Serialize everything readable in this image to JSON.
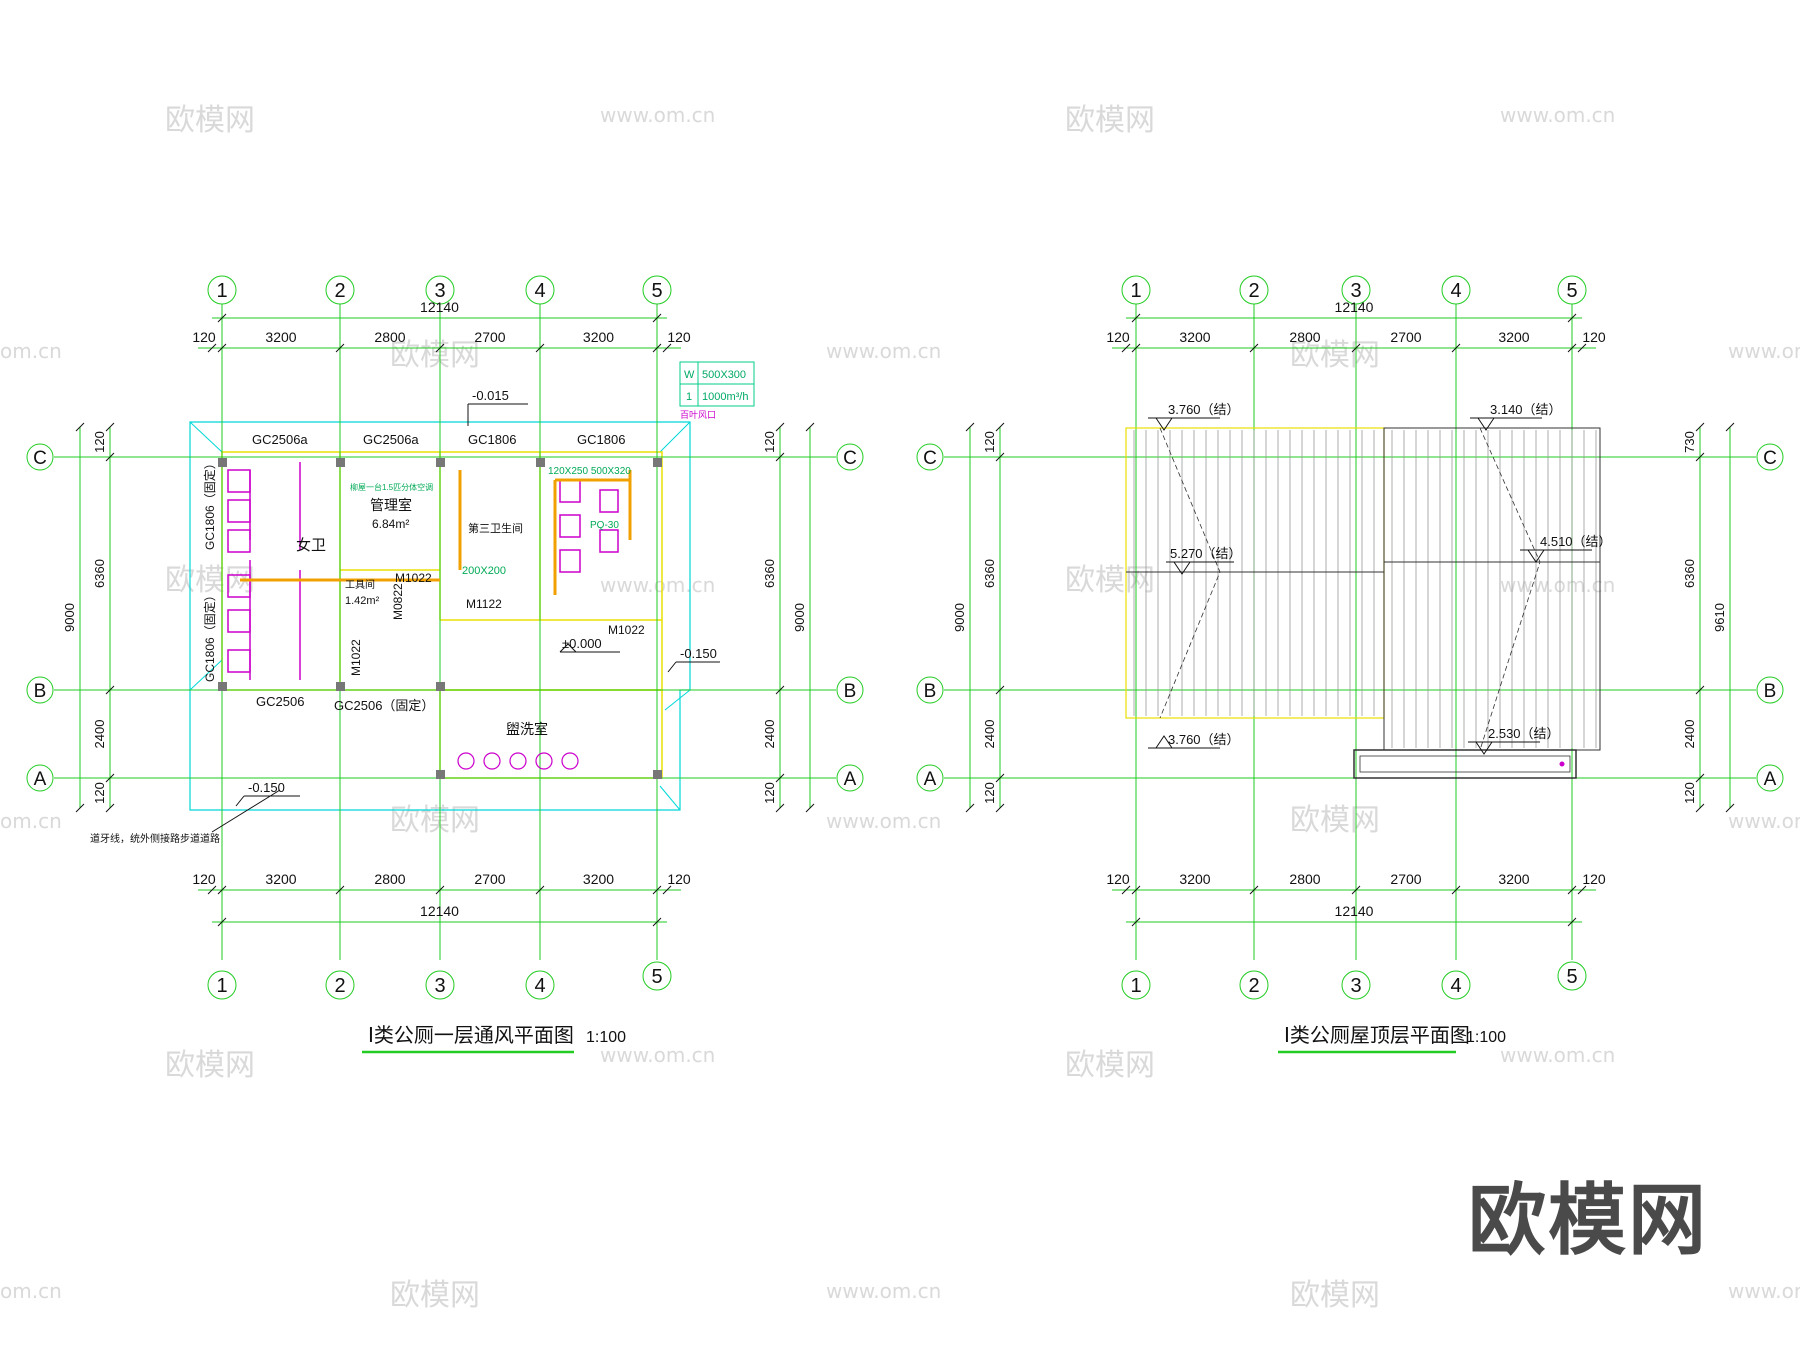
{
  "watermark": {
    "brand": "欧模网",
    "url": "www.om.cn",
    "url_short": "om.cn"
  },
  "plans": [
    {
      "id": "ventilation",
      "title": "Ⅰ类公厕一层通风平面图",
      "scale": "1:100",
      "axes_cols": [
        "1",
        "2",
        "3",
        "4",
        "5"
      ],
      "axes_rows": [
        "C",
        "B",
        "A"
      ],
      "overall_width": "12140",
      "col_dims": [
        "120",
        "3200",
        "2800",
        "2700",
        "3200",
        "120"
      ],
      "row_dims_left": [
        "120",
        "6360",
        "2400",
        "120"
      ],
      "overall_height_left": "9000",
      "row_dims_right": [
        "120",
        "6360",
        "2400",
        "120"
      ],
      "overall_height_right": "9000",
      "labels": {
        "win_top": [
          "GC2506a",
          "GC2506a",
          "GC1806",
          "GC1806"
        ],
        "win_bottom": [
          "GC2506",
          "GC2506（固定）"
        ],
        "win_left_top": "GC1806（固定）",
        "win_left_bottom": "GC1806（固定）",
        "room_women": "女卫",
        "room_mgmt": "管理室",
        "room_mgmt_area": "6.84m²",
        "room_tool": "工具间",
        "room_tool_area": "1.42m²",
        "room_third": "第三卫生间",
        "room_wash": "盥洗室",
        "doors": [
          "M1022",
          "M0822",
          "M1022",
          "M1122",
          "M1022"
        ],
        "elev_top": "-0.015",
        "elev_zero": "±0.000",
        "elev_right": "-0.150",
        "elev_left": "-0.150",
        "duct1": "200X200",
        "duct2": "120X250 500X320",
        "fan_label": "PQ-30",
        "note_bottom": "道牙线，统外侧接路步道道路",
        "mgmt_note": "柳屋一台1.5匹分体空调",
        "legend_w": "W",
        "legend_w_val": "500X300",
        "legend_1": "1",
        "legend_1_val": "1000m³/h",
        "legend_note": "百叶风口"
      }
    },
    {
      "id": "roof",
      "title": "Ⅰ类公厕屋顶层平面图",
      "scale": "1:100",
      "axes_cols": [
        "1",
        "2",
        "3",
        "4",
        "5"
      ],
      "axes_rows": [
        "C",
        "B",
        "A"
      ],
      "overall_width": "12140",
      "col_dims": [
        "120",
        "3200",
        "2800",
        "2700",
        "3200",
        "120"
      ],
      "row_dims_left": [
        "120",
        "6360",
        "2400",
        "120"
      ],
      "overall_height_left": "9000",
      "row_dims_right": [
        "730",
        "6360",
        "2400",
        "120"
      ],
      "overall_height_right": "9610",
      "labels": {
        "elev_a": "3.760（结）",
        "elev_b": "5.270（结）",
        "elev_c": "3.760（结）",
        "elev_d": "3.140（结）",
        "elev_e": "4.510（结）",
        "elev_f": "2.530（结）"
      }
    }
  ]
}
